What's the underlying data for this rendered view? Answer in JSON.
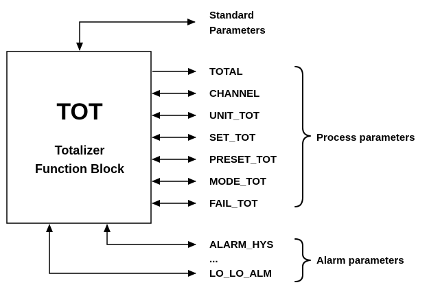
{
  "block": {
    "name": "TOT",
    "title_line1": "Totalizer",
    "title_line2": "Function Block"
  },
  "standard": {
    "line1": "Standard",
    "line2": "Parameters"
  },
  "process": {
    "group_label": "Process parameters",
    "items": [
      {
        "label": "TOTAL",
        "direction": "output"
      },
      {
        "label": "CHANNEL",
        "direction": "bidirectional"
      },
      {
        "label": "UNIT_TOT",
        "direction": "bidirectional"
      },
      {
        "label": "SET_TOT",
        "direction": "bidirectional"
      },
      {
        "label": "PRESET_TOT",
        "direction": "bidirectional"
      },
      {
        "label": "MODE_TOT",
        "direction": "bidirectional"
      },
      {
        "label": "FAIL_TOT",
        "direction": "bidirectional"
      }
    ]
  },
  "alarm": {
    "group_label": "Alarm parameters",
    "first": "ALARM_HYS",
    "ellipsis": "...",
    "last": "LO_LO_ALM"
  },
  "colors": {
    "stroke": "#000000",
    "background": "#ffffff"
  }
}
